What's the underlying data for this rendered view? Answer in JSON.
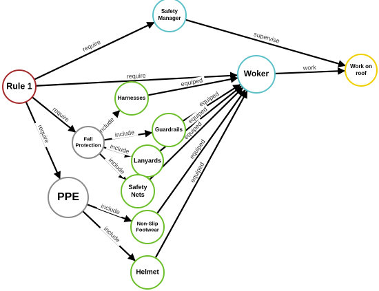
{
  "colors": {
    "rule": "#a52a2a",
    "manager": "#5bc0c8",
    "worker": "#5bc0c8",
    "goal": "#f0d000",
    "gray": "#8c8c8c",
    "equipment": "#6cbf2a",
    "edge": "#000000"
  },
  "nodes": [
    {
      "id": "rule1",
      "lines": [
        "Rule 1"
      ],
      "color": "rule"
    },
    {
      "id": "safety_manager",
      "lines": [
        "Safety",
        "Manager"
      ],
      "color": "manager"
    },
    {
      "id": "woker",
      "lines": [
        "Woker"
      ],
      "color": "worker"
    },
    {
      "id": "work_on_roof",
      "lines": [
        "Work on",
        "roof"
      ],
      "color": "goal"
    },
    {
      "id": "fall_protection",
      "lines": [
        "Fall",
        "Protection"
      ],
      "color": "gray"
    },
    {
      "id": "ppe",
      "lines": [
        "PPE"
      ],
      "color": "gray"
    },
    {
      "id": "harnesses",
      "lines": [
        "Harnesses"
      ],
      "color": "equipment"
    },
    {
      "id": "guardrails",
      "lines": [
        "Guardrails"
      ],
      "color": "equipment"
    },
    {
      "id": "lanyards",
      "lines": [
        "Lanyards"
      ],
      "color": "equipment"
    },
    {
      "id": "safety_nets",
      "lines": [
        "Safety",
        "Nets"
      ],
      "color": "equipment"
    },
    {
      "id": "non_slip_footwear",
      "lines": [
        "Non-Slip",
        "Footwear"
      ],
      "color": "equipment"
    },
    {
      "id": "helmet",
      "lines": [
        "Helmet"
      ],
      "color": "equipment"
    }
  ],
  "edges": [
    {
      "from": "rule1",
      "to": "safety_manager",
      "label": "require"
    },
    {
      "from": "safety_manager",
      "to": "work_on_roof",
      "label": "supervise"
    },
    {
      "from": "rule1",
      "to": "woker",
      "label": "require"
    },
    {
      "from": "woker",
      "to": "work_on_roof",
      "label": "work"
    },
    {
      "from": "rule1",
      "to": "fall_protection",
      "label": "require"
    },
    {
      "from": "rule1",
      "to": "ppe",
      "label": "require"
    },
    {
      "from": "fall_protection",
      "to": "harnesses",
      "label": "include"
    },
    {
      "from": "fall_protection",
      "to": "guardrails",
      "label": "include"
    },
    {
      "from": "fall_protection",
      "to": "lanyards",
      "label": "include"
    },
    {
      "from": "fall_protection",
      "to": "safety_nets",
      "label": "include"
    },
    {
      "from": "ppe",
      "to": "non_slip_footwear",
      "label": "include"
    },
    {
      "from": "ppe",
      "to": "helmet",
      "label": "include"
    },
    {
      "from": "harnesses",
      "to": "woker",
      "label": "equiped"
    },
    {
      "from": "guardrails",
      "to": "woker",
      "label": "equiped"
    },
    {
      "from": "lanyards",
      "to": "woker",
      "label": "equiped"
    },
    {
      "from": "safety_nets",
      "to": "woker",
      "label": "equiped"
    },
    {
      "from": "non_slip_footwear",
      "to": "woker",
      "label": "equiped"
    },
    {
      "from": "helmet",
      "to": "woker",
      "label": "equiped"
    }
  ]
}
